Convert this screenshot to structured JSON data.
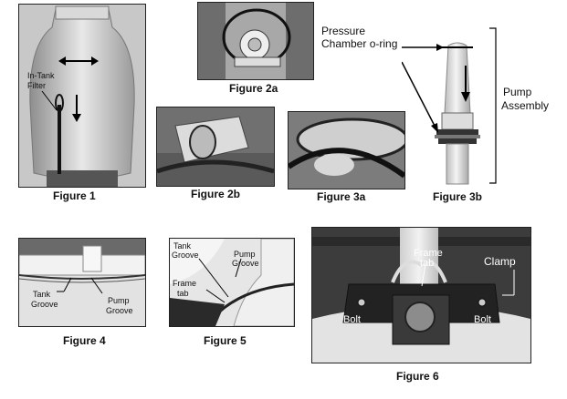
{
  "figures": {
    "fig1": "Figure 1",
    "fig2a": "Figure 2a",
    "fig2b": "Figure 2b",
    "fig3a": "Figure 3a",
    "fig3b": "Figure 3b",
    "fig4": "Figure 4",
    "fig5": "Figure 5",
    "fig6": "Figure 6"
  },
  "labels": {
    "in_tank": "In-Tank",
    "filter": "Filter",
    "pressure": "Pressure",
    "chamber_oring": "Chamber o-ring",
    "pump": "Pump",
    "assembly": "Assembly",
    "tank": "Tank",
    "groove": "Groove",
    "frame": "Frame",
    "tab": "tab",
    "clamp": "Clamp",
    "bolt": "Bolt"
  }
}
